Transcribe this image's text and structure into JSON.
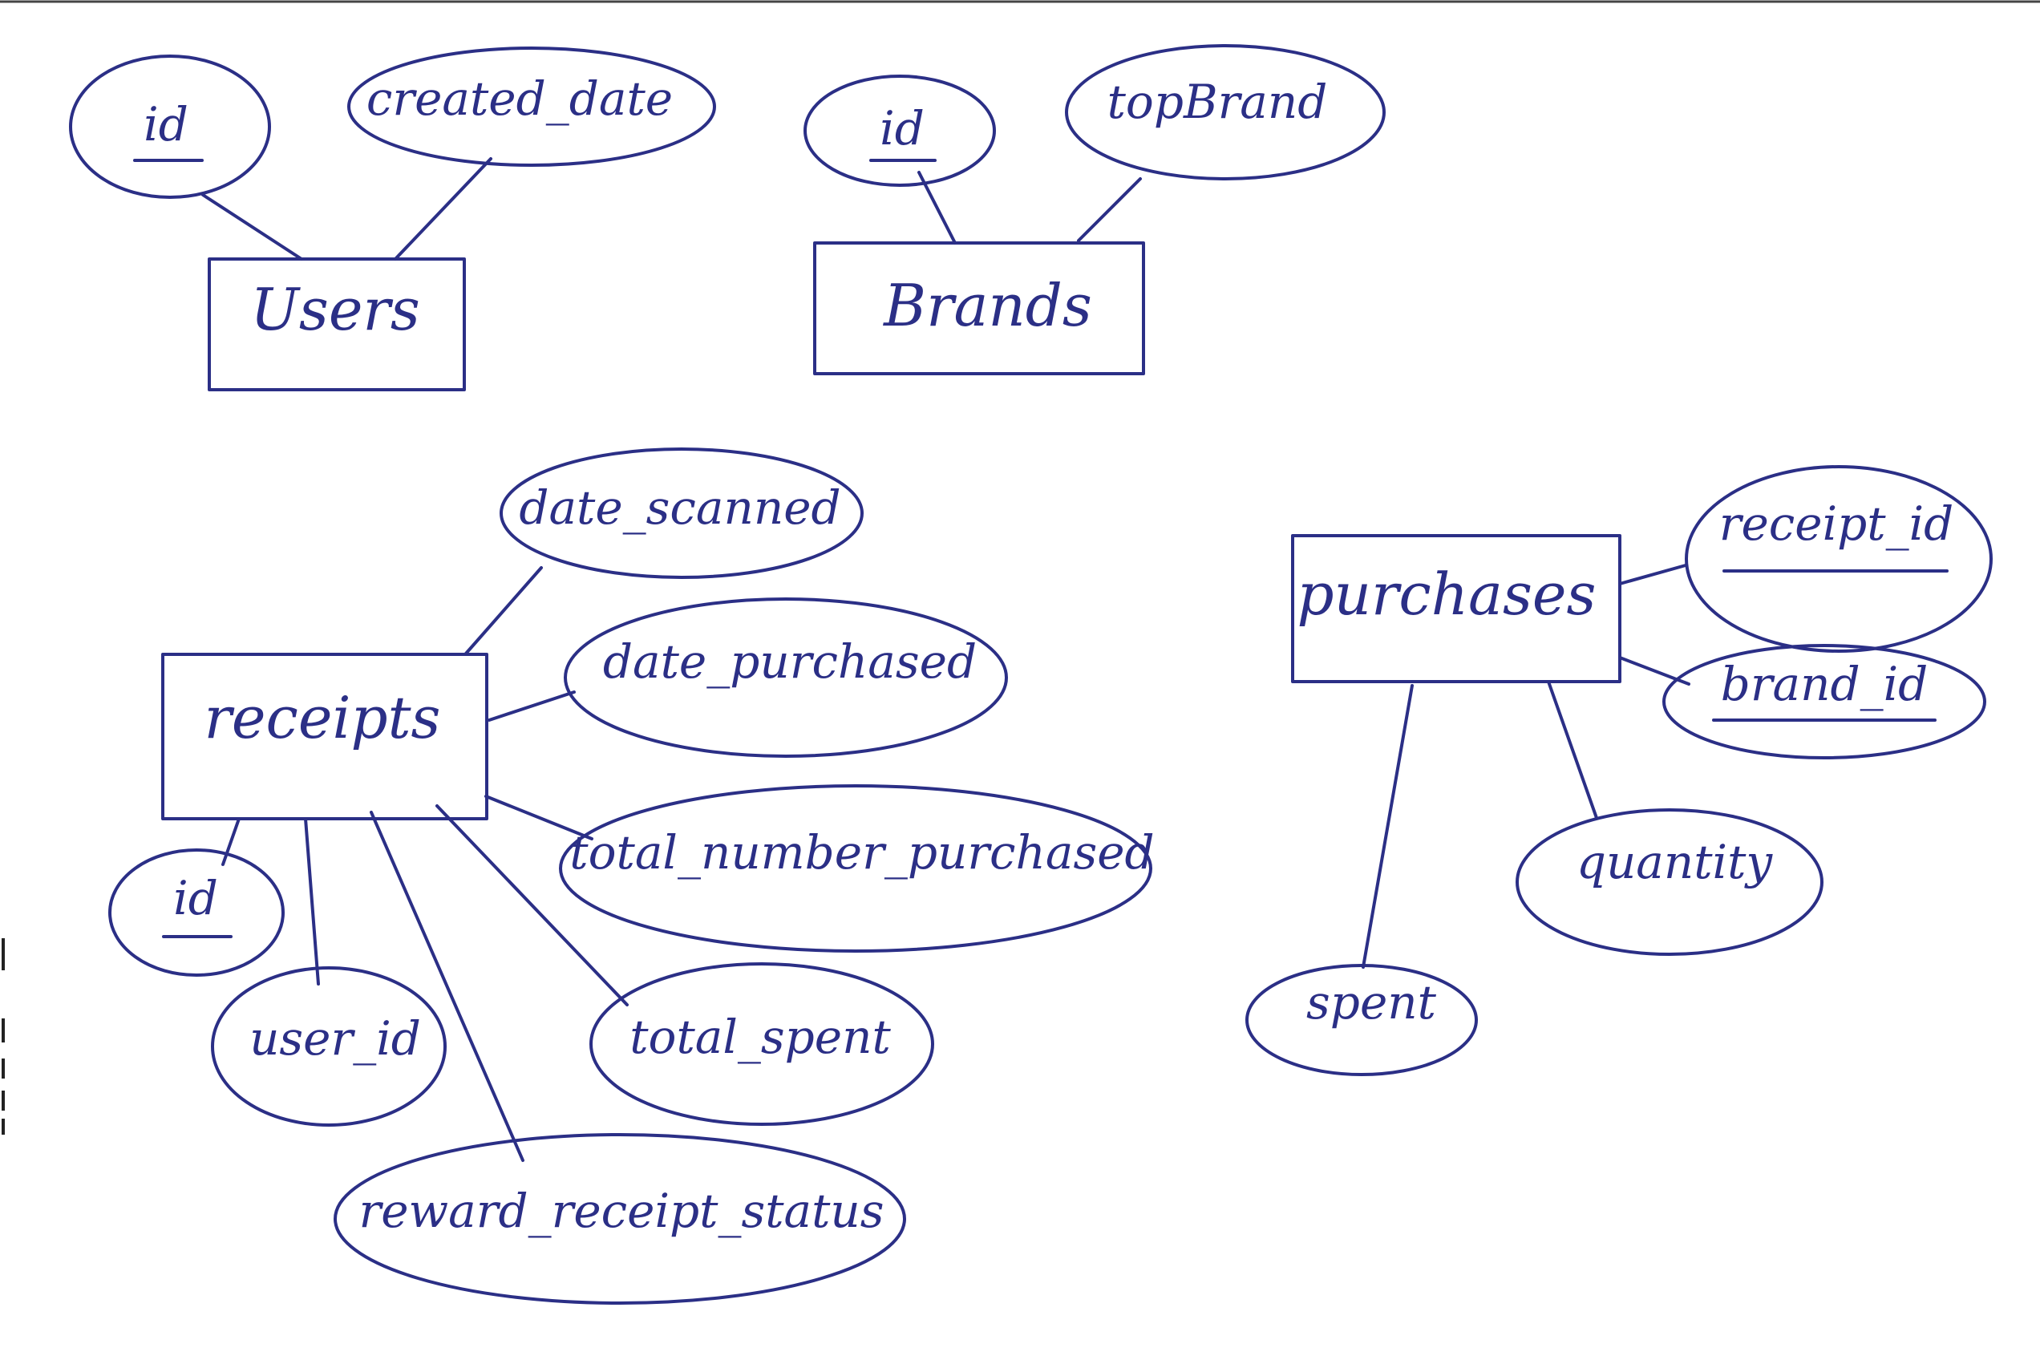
{
  "colors": {
    "ink": "#2b2f86",
    "background": "#ffffff"
  },
  "entities": {
    "users": "Users",
    "brands": "Brands",
    "receipts": "receipts",
    "purchases": "purchases"
  },
  "attributes": {
    "users": {
      "id": "id",
      "created_date": "created_date"
    },
    "brands": {
      "id": "id",
      "top_brand": "topBrand"
    },
    "receipts": {
      "date_scanned": "date_scanned",
      "date_purchased": "date_purchased",
      "total_number_purchased": "total_number_purchased",
      "id": "id",
      "user_id": "user_id",
      "total_spent": "total_spent",
      "reward_receipt_status": "reward_receipt_status"
    },
    "purchases": {
      "receipt_id": "receipt_id",
      "brand_id": "brand_id",
      "quantity": "quantity",
      "spent": "spent"
    }
  },
  "key_attributes": [
    "users.id",
    "brands.id",
    "receipts.id",
    "purchases.receipt_id",
    "purchases.brand_id"
  ]
}
